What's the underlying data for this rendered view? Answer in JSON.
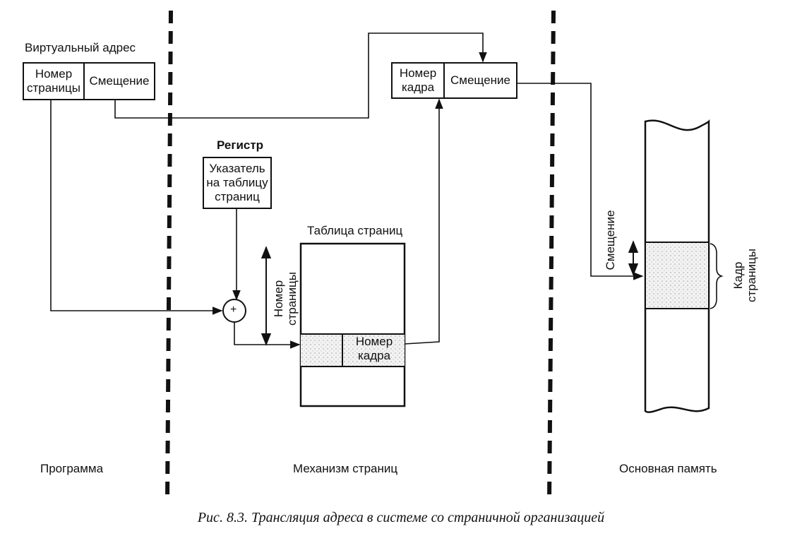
{
  "virtual_address": {
    "title": "Виртуальный адрес",
    "page_number": "Номер\nстраницы",
    "offset": "Смещение"
  },
  "physical_address": {
    "frame_number": "Номер\nкадра",
    "offset": "Смещение"
  },
  "register": {
    "title": "Регистр",
    "content": "Указатель\nна таблицу\nстраниц"
  },
  "adder_symbol": "+",
  "page_table": {
    "title": "Таблица страниц",
    "entry_frame": "Номер\nкадра",
    "side_label": "Номер\nстраницы"
  },
  "memory": {
    "offset_label": "Смещение",
    "frame_label": "Кадр\nстраницы"
  },
  "zones": {
    "program": "Программа",
    "paging": "Механизм страниц",
    "main_memory": "Основная память"
  },
  "caption": "Рис. 8.3. Трансляция адреса в системе со страничной организацией"
}
